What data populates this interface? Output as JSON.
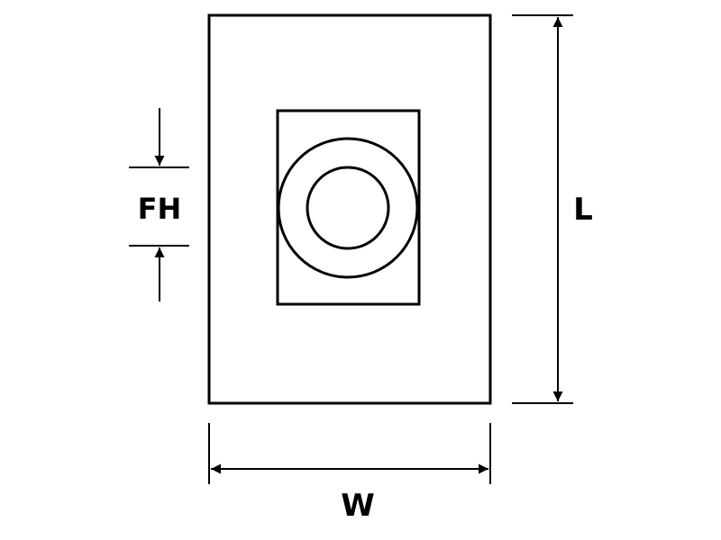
{
  "labels": {
    "fh": "FH",
    "length": "L",
    "width": "W"
  },
  "colors": {
    "stroke": "#000000",
    "background": "#ffffff"
  }
}
